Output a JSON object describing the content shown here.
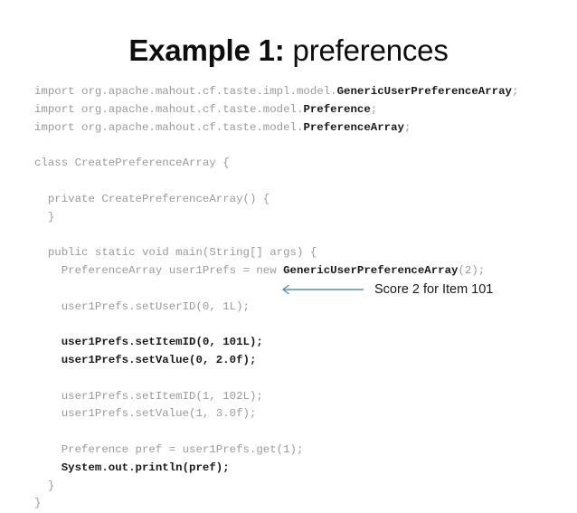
{
  "title": {
    "bold_part": "Example 1:",
    "normal_part": " preferences"
  },
  "code": {
    "language": "java",
    "lines": [
      {
        "segments": [
          {
            "text": "import org.apache.mahout.cf.taste.impl.model.",
            "style": "plain"
          },
          {
            "text": "GenericUserPreferenceArray",
            "style": "bold"
          },
          {
            "text": ";",
            "style": "plain"
          }
        ]
      },
      {
        "segments": [
          {
            "text": "import org.apache.mahout.cf.taste.model.",
            "style": "plain"
          },
          {
            "text": "Preference",
            "style": "bold"
          },
          {
            "text": ";",
            "style": "plain"
          }
        ]
      },
      {
        "segments": [
          {
            "text": "import org.apache.mahout.cf.taste.model.",
            "style": "plain"
          },
          {
            "text": "PreferenceArray",
            "style": "bold"
          },
          {
            "text": ";",
            "style": "plain"
          }
        ]
      },
      {
        "segments": [
          {
            "text": "",
            "style": "plain"
          }
        ]
      },
      {
        "segments": [
          {
            "text": "class CreatePreferenceArray {",
            "style": "plain"
          }
        ]
      },
      {
        "segments": [
          {
            "text": "",
            "style": "plain"
          }
        ]
      },
      {
        "segments": [
          {
            "text": "  private CreatePreferenceArray() {",
            "style": "plain"
          }
        ]
      },
      {
        "segments": [
          {
            "text": "  }",
            "style": "plain"
          }
        ]
      },
      {
        "segments": [
          {
            "text": "",
            "style": "plain"
          }
        ]
      },
      {
        "segments": [
          {
            "text": "  public static void main(String[] args) {",
            "style": "plain"
          }
        ]
      },
      {
        "segments": [
          {
            "text": "    PreferenceArray user1Prefs = new ",
            "style": "plain"
          },
          {
            "text": "GenericUserPreferenceArray",
            "style": "bold"
          },
          {
            "text": "(2);",
            "style": "plain"
          }
        ]
      },
      {
        "segments": [
          {
            "text": "",
            "style": "plain"
          }
        ]
      },
      {
        "segments": [
          {
            "text": "    user1Prefs.setUserID(0, 1L);",
            "style": "plain"
          }
        ]
      },
      {
        "segments": [
          {
            "text": "",
            "style": "plain"
          }
        ]
      },
      {
        "segments": [
          {
            "text": "    user1Prefs.setItemID(0, 101L);",
            "style": "bold"
          }
        ]
      },
      {
        "segments": [
          {
            "text": "    user1Prefs.setValue(0, 2.0f);",
            "style": "bold"
          }
        ]
      },
      {
        "segments": [
          {
            "text": "",
            "style": "plain"
          }
        ]
      },
      {
        "segments": [
          {
            "text": "    user1Prefs.setItemID(1, 102L);",
            "style": "plain"
          }
        ]
      },
      {
        "segments": [
          {
            "text": "    user1Prefs.setValue(1, 3.0f);",
            "style": "plain"
          }
        ]
      },
      {
        "segments": [
          {
            "text": "",
            "style": "plain"
          }
        ]
      },
      {
        "segments": [
          {
            "text": "    Preference pref = user1Prefs.get(1);",
            "style": "plain"
          }
        ]
      },
      {
        "segments": [
          {
            "text": "    System.out.println(pref);",
            "style": "bold"
          }
        ]
      },
      {
        "segments": [
          {
            "text": "  }",
            "style": "plain"
          }
        ]
      },
      {
        "segments": [
          {
            "text": "}",
            "style": "plain"
          }
        ]
      }
    ]
  },
  "annotation": {
    "label": "Score 2 for Item 101",
    "arrow_direction": "left",
    "arrow_color": "#5b8db8"
  },
  "colors": {
    "background": "#ffffff",
    "title_text": "#0d0d0d",
    "code_plain": "#9a9a9a",
    "code_highlight": "#1a1a1a",
    "annotation_text": "#1a1a1a",
    "arrow": "#5b8db8"
  }
}
